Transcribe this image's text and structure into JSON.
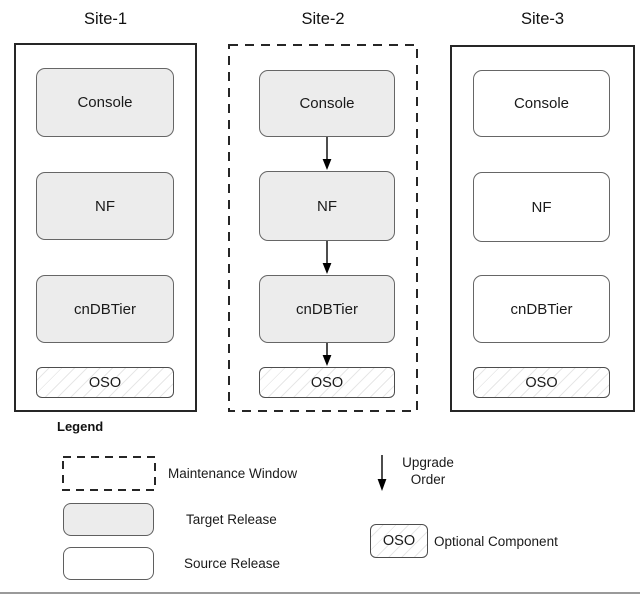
{
  "diagram": {
    "sites": [
      {
        "title": "Site-1",
        "window_style": "solid",
        "components": [
          {
            "label": "Console",
            "type": "target"
          },
          {
            "label": "NF",
            "type": "target"
          },
          {
            "label": "cnDBTier",
            "type": "target"
          },
          {
            "label": "OSO",
            "type": "optional"
          }
        ]
      },
      {
        "title": "Site-2",
        "window_style": "dashed-maintenance-window",
        "upgrade_arrows": true,
        "components": [
          {
            "label": "Console",
            "type": "target"
          },
          {
            "label": "NF",
            "type": "target"
          },
          {
            "label": "cnDBTier",
            "type": "target"
          },
          {
            "label": "OSO",
            "type": "optional"
          }
        ]
      },
      {
        "title": "Site-3",
        "window_style": "solid",
        "components": [
          {
            "label": "Console",
            "type": "source"
          },
          {
            "label": "NF",
            "type": "source"
          },
          {
            "label": "cnDBTier",
            "type": "source"
          },
          {
            "label": "OSO",
            "type": "optional"
          }
        ]
      }
    ]
  },
  "legend": {
    "heading": "Legend",
    "maintenance_window_label": "Maintenance Window",
    "target_release_label": "Target Release",
    "source_release_label": "Source Release",
    "upgrade_order_line1": "Upgrade",
    "upgrade_order_line2": "Order",
    "optional_component_swatch_text": "OSO",
    "optional_component_label": "Optional Component"
  },
  "colors": {
    "target_fill": "#ececec",
    "source_fill": "#ffffff",
    "box_border": "#666666",
    "container_border": "#262626",
    "arrow": "#000000",
    "hatch_line": "#e7e7e7"
  }
}
